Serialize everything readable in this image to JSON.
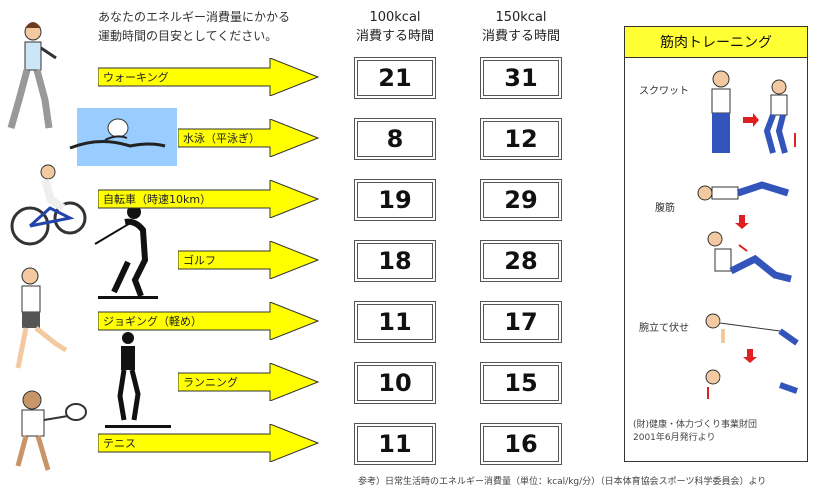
{
  "intro": {
    "line1": "あなたのエネルギー消費量にかかる",
    "line2": "運動時間の目安としてください。"
  },
  "columns": [
    {
      "kcal": "100kcal",
      "label": "消費する時間"
    },
    {
      "kcal": "150kcal",
      "label": "消費する時間"
    }
  ],
  "activities": [
    {
      "name": "ウォーキング",
      "v100": "21",
      "v150": "31"
    },
    {
      "name": "水泳（平泳ぎ）",
      "v100": "8",
      "v150": "12"
    },
    {
      "name": "自転車（時速10km）",
      "v100": "19",
      "v150": "29"
    },
    {
      "name": "ゴルフ",
      "v100": "18",
      "v150": "28"
    },
    {
      "name": "ジョギング（軽め）",
      "v100": "11",
      "v150": "17"
    },
    {
      "name": "ランニング",
      "v100": "10",
      "v150": "15"
    },
    {
      "name": "テニス",
      "v100": "11",
      "v150": "16"
    }
  ],
  "panel": {
    "title": "筋肉トレーニング",
    "exercises": [
      "スクワット",
      "腹筋",
      "腕立て伏せ"
    ],
    "source_line1": "(財)健康・体力づくり事業財団",
    "source_line2": "2001年6月発行より"
  },
  "footnote": "参考）日常生活時のエネルギー消費量（単位：kcal/kg/分）（日本体育協会スポーツ科学委員会）より",
  "colors": {
    "arrow_fill": "#ffff00",
    "panel_title_bg": "#ffff33",
    "pool_bg": "#99ccff"
  }
}
